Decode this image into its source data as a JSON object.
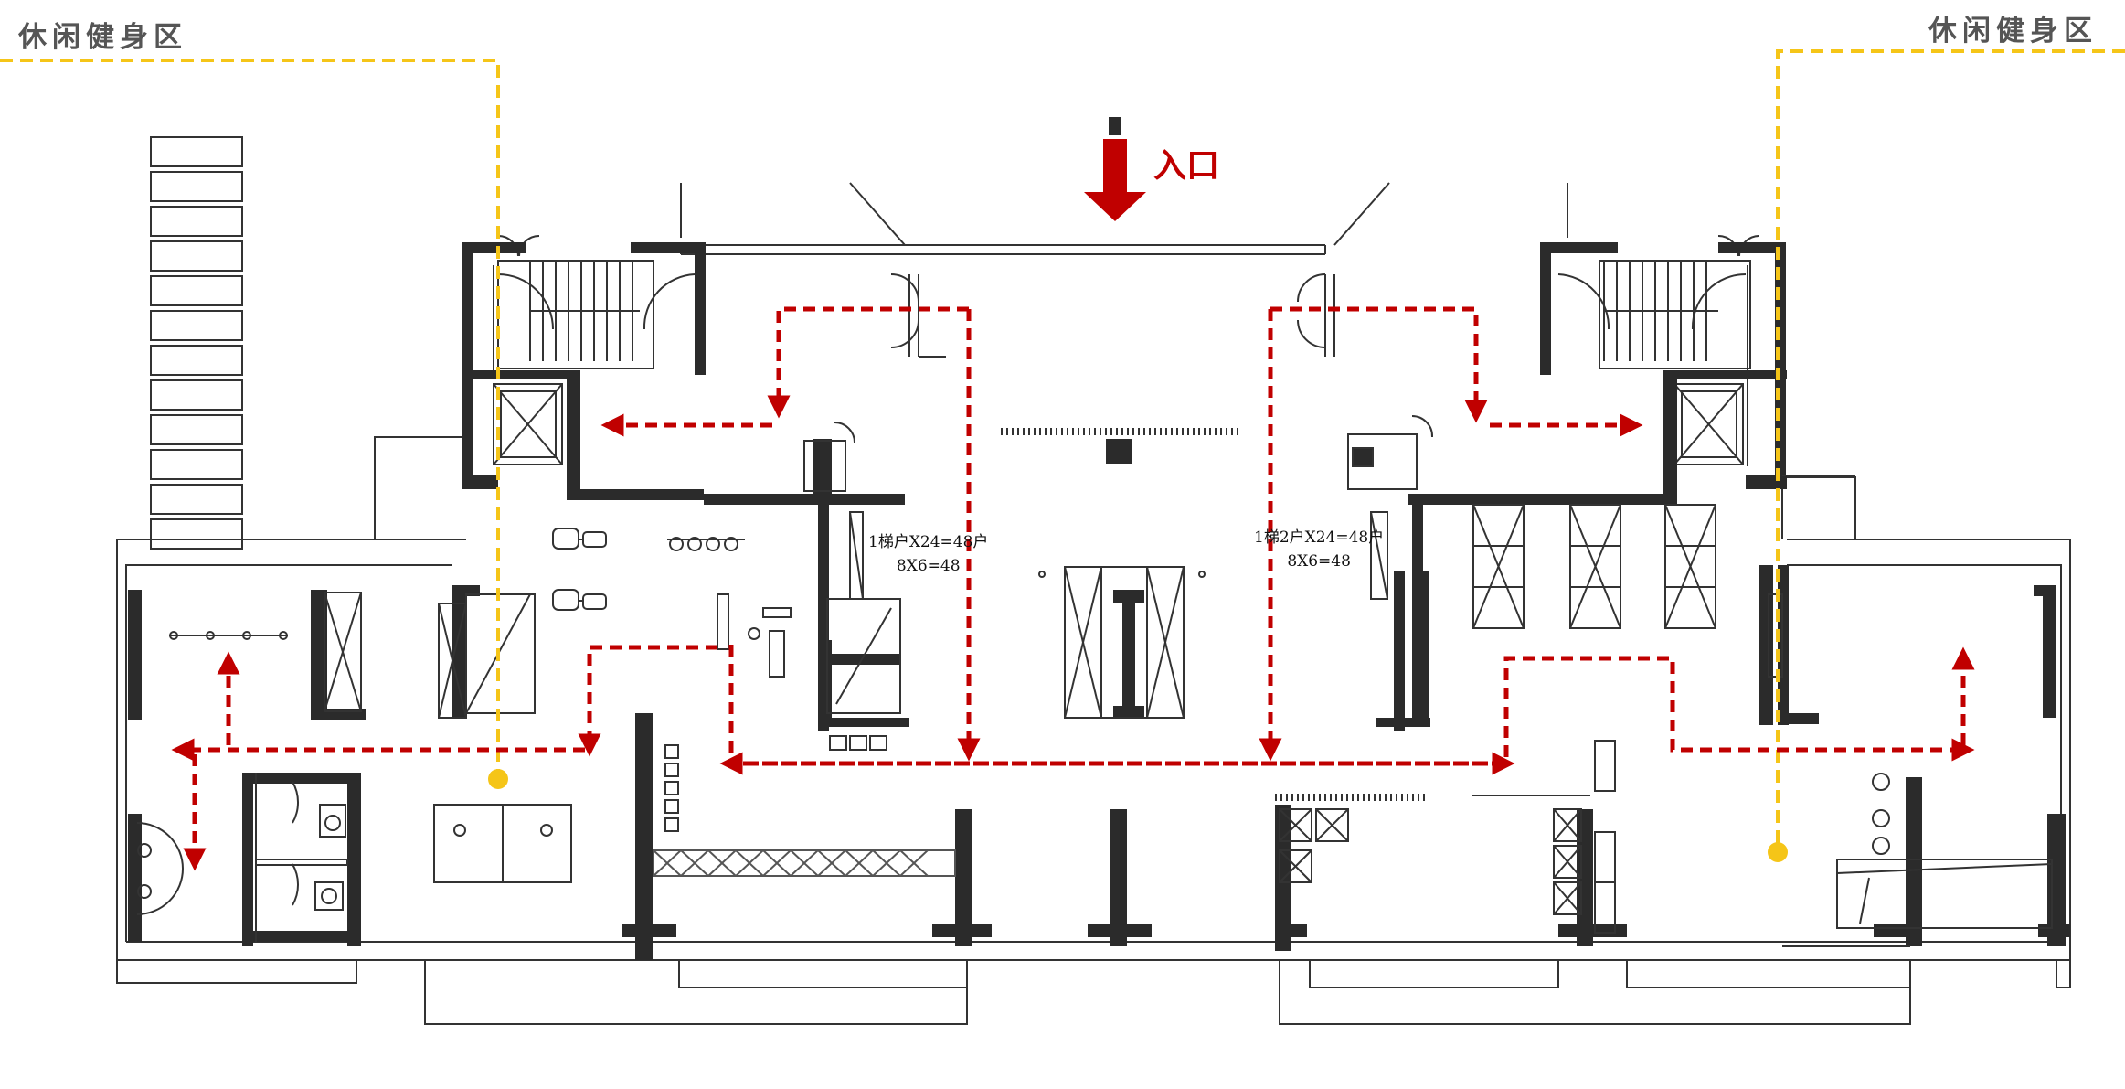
{
  "labels": {
    "zone_left": "休闲健身区",
    "zone_right": "休闲健身区",
    "entrance": "入口"
  },
  "units": {
    "left_line1": "1梯户X24=48户",
    "left_line2": "8X6=48",
    "right_line1": "1梯2户X24=48户",
    "right_line2": "8X6=48"
  },
  "colors": {
    "accent_yellow": "#f5c518",
    "route_red": "#c00000",
    "wall": "#2b2b2b",
    "line": "#555555",
    "label_gray": "#555555"
  }
}
